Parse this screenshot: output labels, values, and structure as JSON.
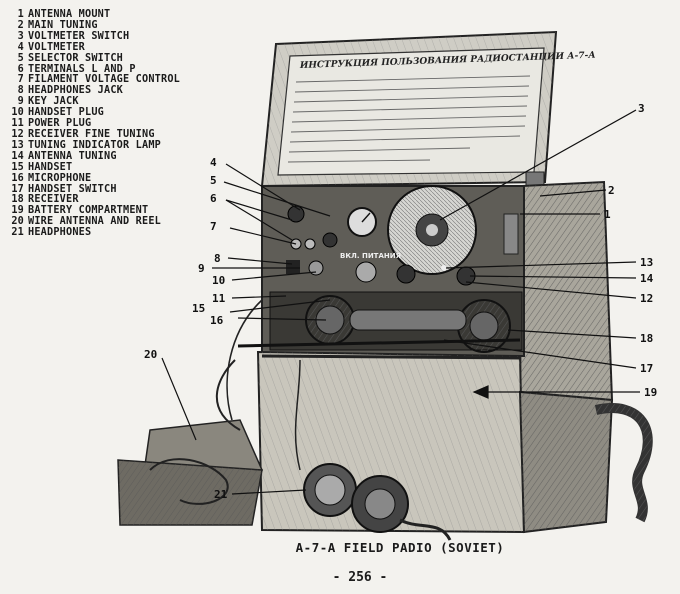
{
  "legend": [
    {
      "num": "1",
      "label": "ANTENNA MOUNT"
    },
    {
      "num": "2",
      "label": "MAIN TUNING"
    },
    {
      "num": "3",
      "label": "VOLTMETER SWITCH"
    },
    {
      "num": "4",
      "label": "VOLTMETER"
    },
    {
      "num": "5",
      "label": "SELECTOR SWITCH"
    },
    {
      "num": "6",
      "label": "TERMINALS L AND P"
    },
    {
      "num": "7",
      "label": "FILAMENT VOLTAGE CONTROL"
    },
    {
      "num": "8",
      "label": "HEADPHONES JACK"
    },
    {
      "num": "9",
      "label": "KEY JACK"
    },
    {
      "num": "10",
      "label": "HANDSET PLUG"
    },
    {
      "num": "11",
      "label": "POWER PLUG"
    },
    {
      "num": "12",
      "label": "RECEIVER FINE TUNING"
    },
    {
      "num": "13",
      "label": "TUNING INDICATOR LAMP"
    },
    {
      "num": "14",
      "label": "ANTENNA TUNING"
    },
    {
      "num": "15",
      "label": "HANDSET"
    },
    {
      "num": "16",
      "label": "MICROPHONE"
    },
    {
      "num": "17",
      "label": "HANDSET SWITCH"
    },
    {
      "num": "18",
      "label": "RECEIVER"
    },
    {
      "num": "19",
      "label": "BATTERY COMPARTMENT"
    },
    {
      "num": "20",
      "label": "WIRE ANTENNA AND REEL"
    },
    {
      "num": "21",
      "label": "HEADPHONES"
    }
  ],
  "figure": {
    "lid_title": "ИНСТРУКЦИЯ ПОЛЬЗОВАНИЯ РАДИОСТАНЦИИ А-7-А",
    "panel_label": "ВКЛ. ПИТАНИЯ",
    "callouts": {
      "c1": "1",
      "c2": "2",
      "c3": "3",
      "c4": "4",
      "c5": "5",
      "c6": "6",
      "c7": "7",
      "c8": "8",
      "c9": "9",
      "c10": "10",
      "c11": "11",
      "c12": "12",
      "c13": "13",
      "c14": "14",
      "c15": "15",
      "c16": "16",
      "c17": "17",
      "c18": "18",
      "c19": "19",
      "c20": "20",
      "c21": "21"
    }
  },
  "caption": "A-7-A FIELD PADIO (SOVIET)",
  "page_number": "- 256 -"
}
